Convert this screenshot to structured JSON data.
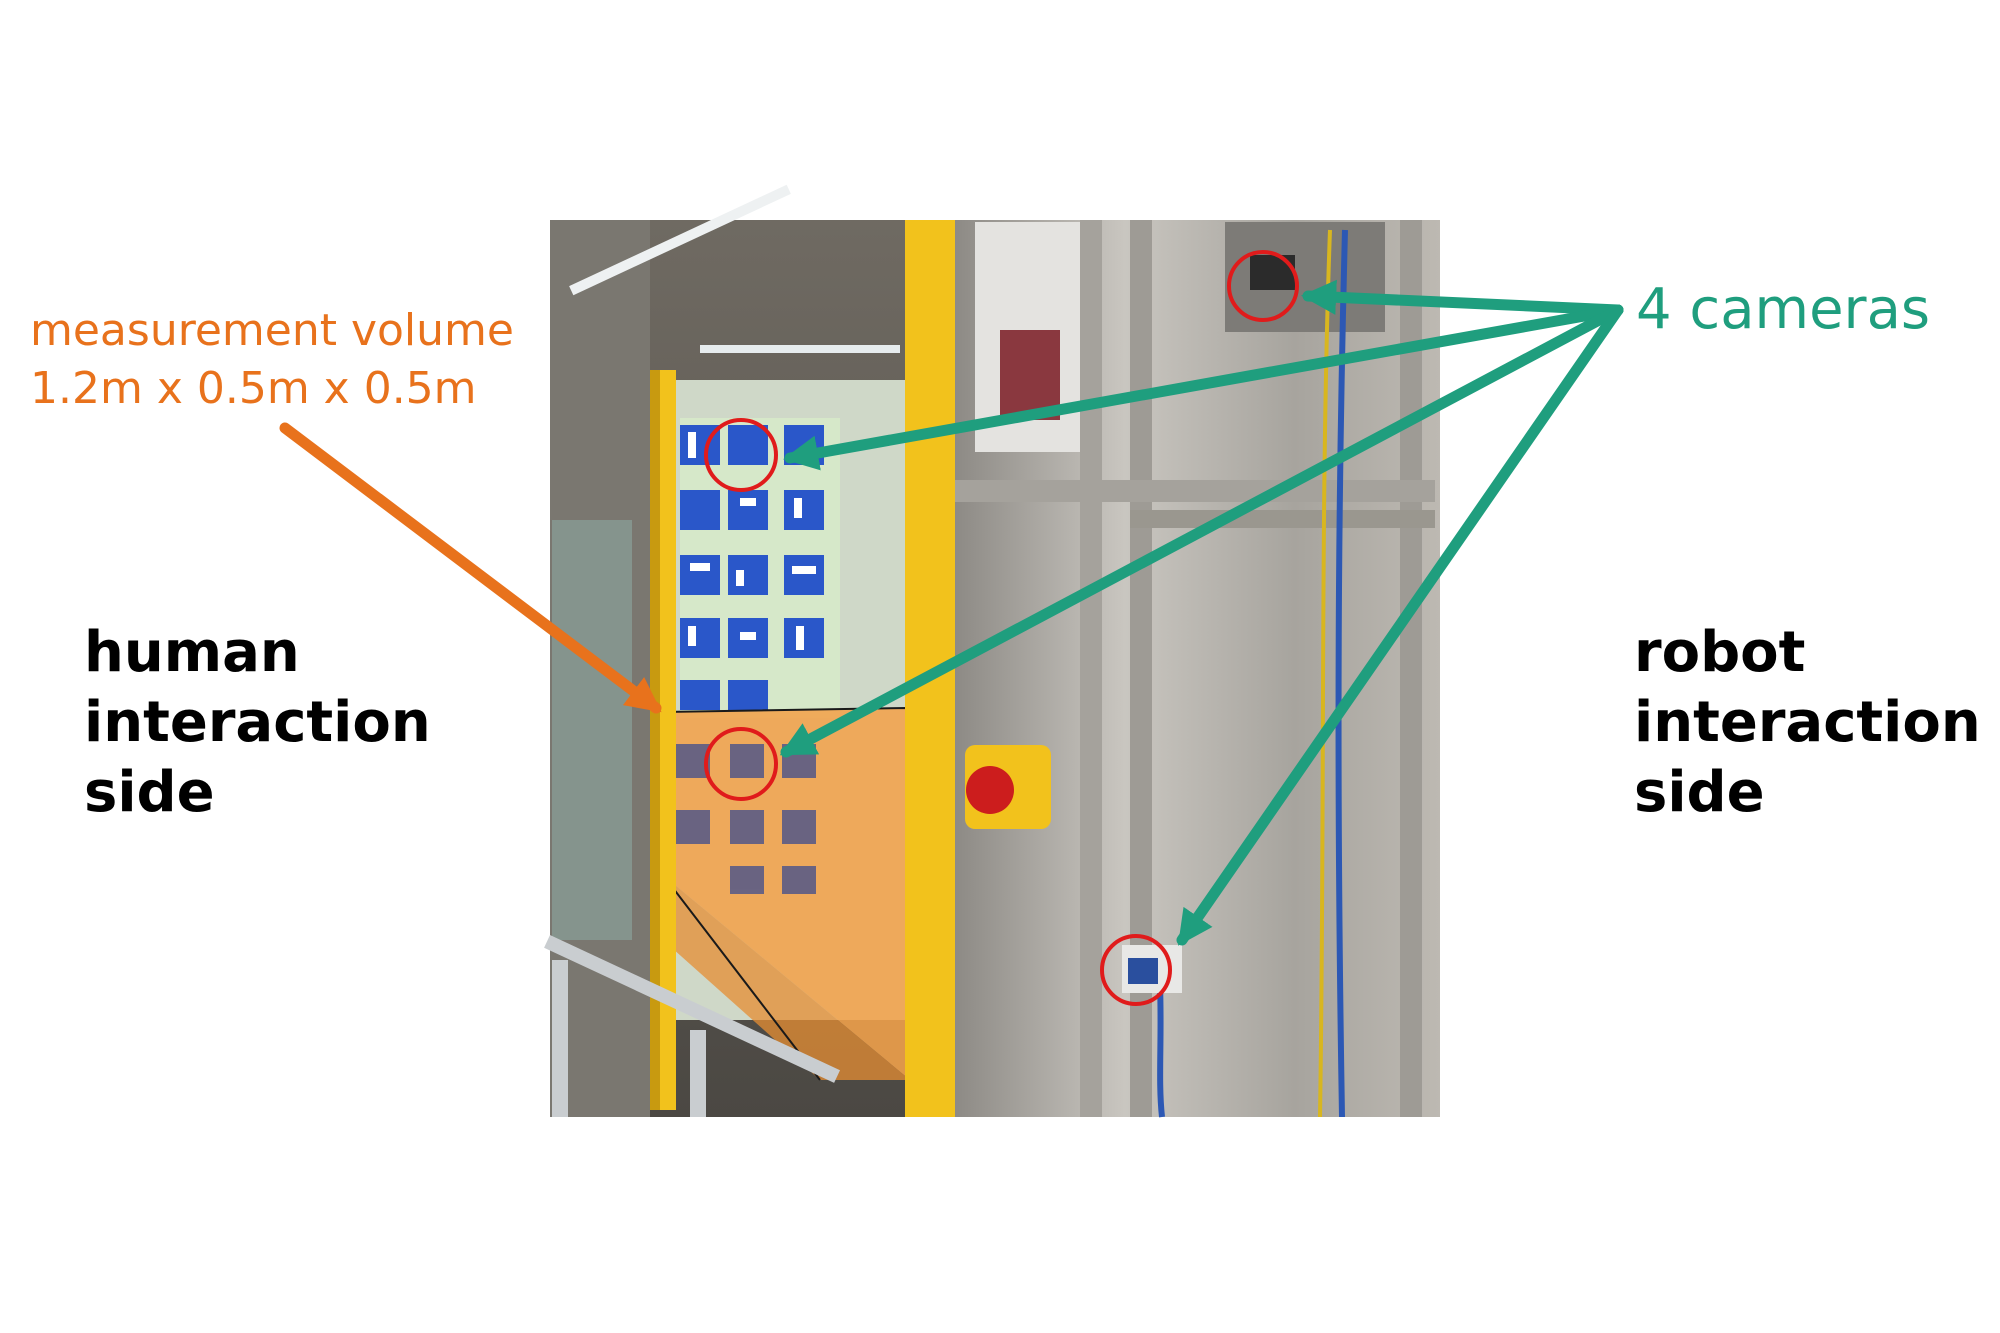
{
  "labels": {
    "measurement_volume": "measurement volume",
    "measurement_dimensions": "1.2m x 0.5m x 0.5m",
    "cameras": "4 cameras",
    "human_side": [
      "human",
      "interaction",
      "side"
    ],
    "robot_side": [
      "robot",
      "interaction",
      "side"
    ]
  },
  "colors": {
    "measurement": "#e8721c",
    "cameras": "#1f9e7e",
    "highlight_circle": "#e01b1b",
    "frame_yellow": "#f2c21c",
    "aluminum": "#b9b6b0",
    "marker_blue": "#2a57c9"
  },
  "icons": {
    "camera_marker": "red-circle-icon",
    "pointer": "arrow-icon"
  }
}
